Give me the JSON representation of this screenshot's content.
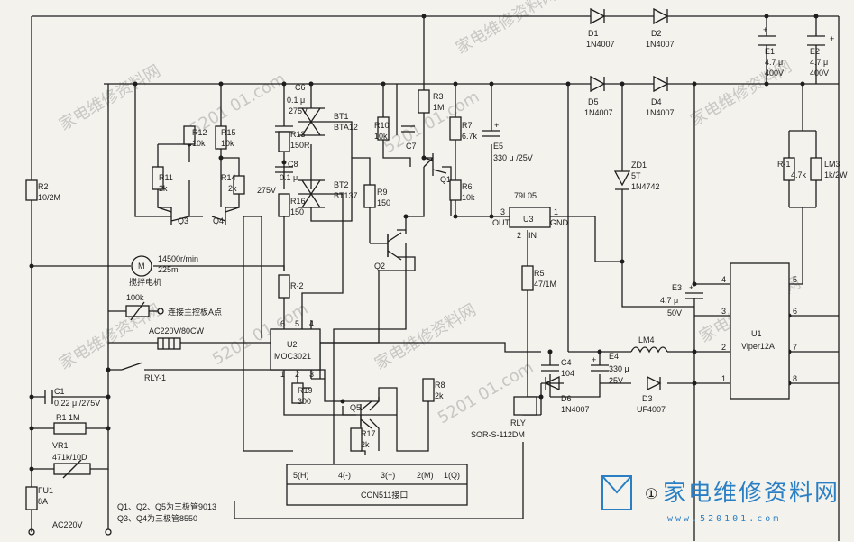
{
  "watermarks": [
    "家电维修资料网",
    "5201 01.com",
    "家电维修资料网",
    "5201 01.com",
    "家电维修资料网",
    "家电维修资料网",
    "5201 01.com",
    "家电维修资料网",
    "5201 01.com",
    "家电维修资料网"
  ],
  "brand": {
    "title": "家电维修资料网",
    "site": "www.520101.com",
    "circle_number": "①"
  },
  "labels": {
    "D1": "D1",
    "D1v": "1N4007",
    "D2": "D2",
    "D2v": "1N4007",
    "D5": "D5",
    "D5v": "1N4007",
    "D4": "D4",
    "D4v": "1N4007",
    "E1": "E1",
    "E1a": "4.7 μ",
    "E1b": "400V",
    "E2": "E2",
    "E2a": "4.7 μ",
    "E2b": "400V",
    "C6": "C6",
    "C6a": "0.1 μ",
    "C6b": "275V",
    "C8": "C8",
    "C8a": "0.1 μ",
    "C8b": "275V",
    "BT1": "BT1",
    "BT1v": "BTA12",
    "BT2": "BT2",
    "BT2v": "BT137",
    "R13": "R13",
    "R13v": "150R",
    "R16": "R16",
    "R16v": "150",
    "R12": "R12",
    "R12v": "10k",
    "R15": "R15",
    "R15v": "10k",
    "R11": "R11",
    "R11v": "2k",
    "R14": "R14",
    "R14v": "2k",
    "Q3": "Q3",
    "Q4": "Q4",
    "R3": "R3",
    "R3v": "1M",
    "R10": "R10",
    "R10v": "10k",
    "C7": "C7",
    "R7": "R7",
    "R7v": "6.7k",
    "E5": "E5",
    "E5v": "330 μ /25V",
    "Q1": "Q1",
    "R9": "R9",
    "R9v": "150",
    "R6": "R6",
    "R6v": "10k",
    "U3": "U3",
    "U3v": "79L05",
    "OUT": "OUT",
    "IN": "IN",
    "GND": "GND",
    "p3": "3",
    "p2": "2",
    "p1": "1",
    "ZD1": "ZD1",
    "ZD1a": "5T",
    "ZD1b": "1N4742",
    "R1": "R-1",
    "R1v": "4.7k",
    "LM3": "LM3",
    "LM3v": "1k/2W",
    "R2": "R2",
    "R2v": "10/2M",
    "motor_a": "14500r/min",
    "motor_b": "225m",
    "motor_name": "搅拌电机",
    "pot": "100k",
    "pot_label": "连接主控板A点",
    "relay_top": "AC220V/80CW",
    "rly1": "RLY-1",
    "C1": "C1",
    "C1v": "0.22 μ /275V",
    "R1b": "R1  1M",
    "VR1": "VR1",
    "VR1v": "471k/10D",
    "FU1": "FU1",
    "FU1v": "8A",
    "AC": "AC220V",
    "note1": "Q1、Q2、Q5为三极管9013",
    "note2": "Q3、Q4为三极管8550",
    "Q2": "Q2",
    "R2b": "R-2",
    "U2": "U2",
    "U2v": "MOC3021",
    "u2p6": "6",
    "u2p5": "5",
    "u2p4": "4",
    "u2p1": "1",
    "u2p2": "2",
    "u2p3": "3",
    "R19": "R19",
    "R19v": "300",
    "Q5": "Q5",
    "R17": "R17",
    "R17v": "2k",
    "R8": "R8",
    "R8v": "2k",
    "R5": "R5",
    "R5v": "47/1M",
    "C4": "C4",
    "C4v": "104",
    "E4": "E4",
    "E4a": "330 μ",
    "E4b": "25V",
    "D6": "D6",
    "D6v": "1N4007",
    "LM4": "LM4",
    "D3": "D3",
    "D3v": "UF4007",
    "RLY": "RLY",
    "RLYv": "SOR-S-112DM",
    "E3": "E3",
    "E3a": "4.7 μ",
    "E3b": "50V",
    "U1": "U1",
    "U1v": "Viper12A",
    "v4": "4",
    "v3": "3",
    "v2": "2",
    "v1": "1",
    "v5": "5",
    "v6": "6",
    "v7": "7",
    "v8": "8",
    "con_a": "5(H)",
    "con_b": "4(-)",
    "con_c": "3(+)",
    "con_d": "2(M)",
    "con_e": "1(Q)",
    "con_name": "CON511接口"
  }
}
